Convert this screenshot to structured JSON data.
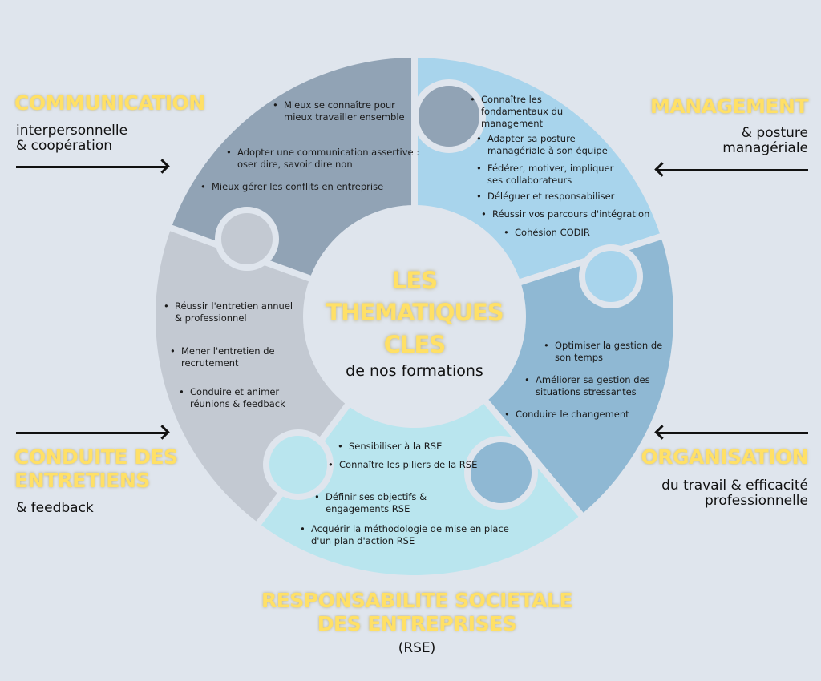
{
  "colors": {
    "background": "#dfe5ed",
    "title": "#ffe066",
    "communication": "#91a3b5",
    "management": "#a8d4ec",
    "organisation": "#8fb8d3",
    "rse": "#b9e5ee",
    "conduite": "#c3c9d2",
    "center": "#dfe5ed"
  },
  "center": {
    "line1": "LES",
    "line2": "THEMATIQUES",
    "line3": "CLES",
    "subtitle": "de nos formations"
  },
  "communication": {
    "title": "COMMUNICATION",
    "subtitle_1": "interpersonnelle",
    "subtitle_2": "& coopération",
    "items": [
      "Mieux se connaître pour mieux travailler ensemble",
      "Adopter une communication assertive : oser dire, savoir dire non",
      "Mieux gérer les conflits en entreprise"
    ]
  },
  "management": {
    "title": "MANAGEMENT",
    "subtitle_1": "& posture",
    "subtitle_2": "managériale",
    "items": [
      "Connaître les fondamentaux du management",
      "Adapter sa posture managériale à son équipe",
      "Fédérer, motiver, impliquer ses collaborateurs",
      "Déléguer et responsabiliser",
      "Réussir vos parcours d'intégration",
      "Cohésion CODIR"
    ]
  },
  "organisation": {
    "title": "ORGANISATION",
    "subtitle_1": "du travail & efficacité",
    "subtitle_2": "professionnelle",
    "items": [
      "Optimiser la gestion de son temps",
      "Améliorer sa gestion des situations stressantes",
      "Conduire le changement"
    ]
  },
  "conduite": {
    "title_1": "CONDUITE DES",
    "title_2": "ENTRETIENS",
    "subtitle_1": "& feedback",
    "items": [
      "Réussir l'entretien annuel & professionnel",
      "Mener l'entretien de recrutement",
      "Conduire et animer réunions & feedback"
    ]
  },
  "rse": {
    "title_1": "RESPONSABILITE SOCIETALE",
    "title_2": "DES ENTREPRISES",
    "subtitle_1": "(RSE)",
    "items": [
      "Sensibiliser à la RSE",
      "Connaître les piliers de la RSE",
      "Définir ses objectifs & engagements RSE",
      "Acquérir la méthodologie de mise en place d'un plan d'action RSE"
    ]
  }
}
